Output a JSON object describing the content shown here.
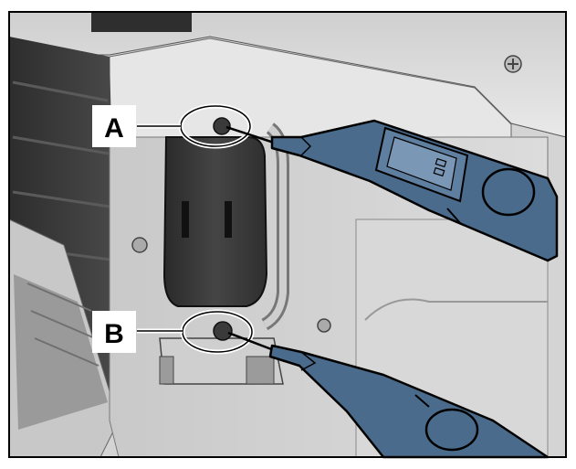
{
  "callouts": [
    {
      "id": "A",
      "label": "A"
    },
    {
      "id": "B",
      "label": "B"
    }
  ],
  "colors": {
    "probe_body": "#4a6b8c",
    "probe_outline": "#000000",
    "housing_light": "#d9d9d9",
    "housing_dark": "#3c3c3c",
    "label_bg": "#ffffff"
  },
  "icons": [
    "voltage-tester-probe",
    "terminal-screw"
  ]
}
